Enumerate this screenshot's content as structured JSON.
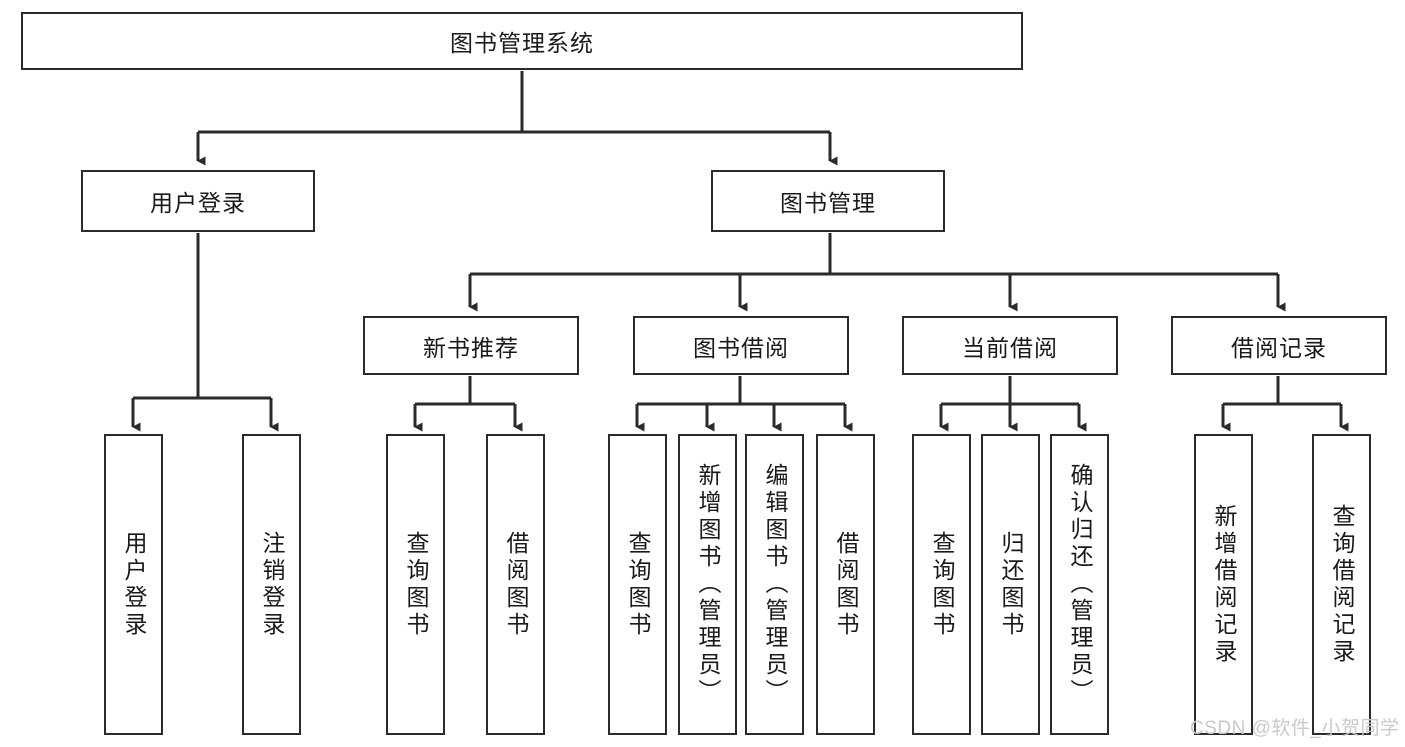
{
  "diagram": {
    "title_node": {
      "label": "图书管理系统"
    },
    "level2": [
      {
        "label": "用户登录"
      },
      {
        "label": "图书管理"
      }
    ],
    "level3": [
      {
        "label": "新书推荐"
      },
      {
        "label": "图书借阅"
      },
      {
        "label": "当前借阅"
      },
      {
        "label": "借阅记录"
      }
    ],
    "leaves": {
      "user_login": [
        {
          "label": "用户登录"
        },
        {
          "label": "注销登录"
        }
      ],
      "new_book_recommend": [
        {
          "label": "查询图书"
        },
        {
          "label": "借阅图书"
        }
      ],
      "book_borrow": [
        {
          "label": "查询图书"
        },
        {
          "label": "新增图书（管理员）"
        },
        {
          "label": "编辑图书（管理员）"
        },
        {
          "label": "借阅图书"
        }
      ],
      "current_borrow": [
        {
          "label": "查询图书"
        },
        {
          "label": "归还图书"
        },
        {
          "label": "确认归还（管理员）"
        }
      ],
      "borrow_records": [
        {
          "label": "新增借阅记录"
        },
        {
          "label": "查询借阅记录"
        }
      ]
    },
    "watermark": "CSDN @软件_小贺同学",
    "colors": {
      "stroke": "#2b2b2b",
      "background": "#ffffff",
      "text": "#1a1a1a",
      "watermark": "#c9c9c9"
    }
  }
}
